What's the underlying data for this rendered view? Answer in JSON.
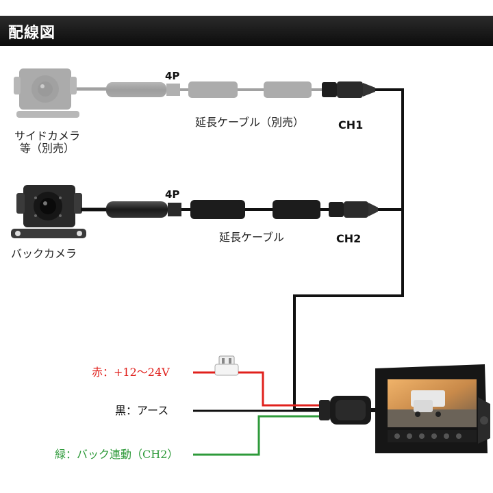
{
  "header": {
    "title": "配線図"
  },
  "side_camera": {
    "label_line1": "サイドカメラ",
    "label_line2": "等（別売）",
    "connector": "4P"
  },
  "back_camera": {
    "label": "バックカメラ",
    "connector": "4P"
  },
  "cables": {
    "extension_optional": "延長ケーブル（別売）",
    "extension": "延長ケーブル"
  },
  "channels": {
    "ch1": "CH1",
    "ch2": "CH2"
  },
  "wires": [
    {
      "label": "赤：+12〜24V",
      "color": "#e0201c"
    },
    {
      "label": "黒：アース",
      "color": "#111111"
    },
    {
      "label": "緑：バック連動（CH2）",
      "color": "#2e9a3a"
    }
  ]
}
